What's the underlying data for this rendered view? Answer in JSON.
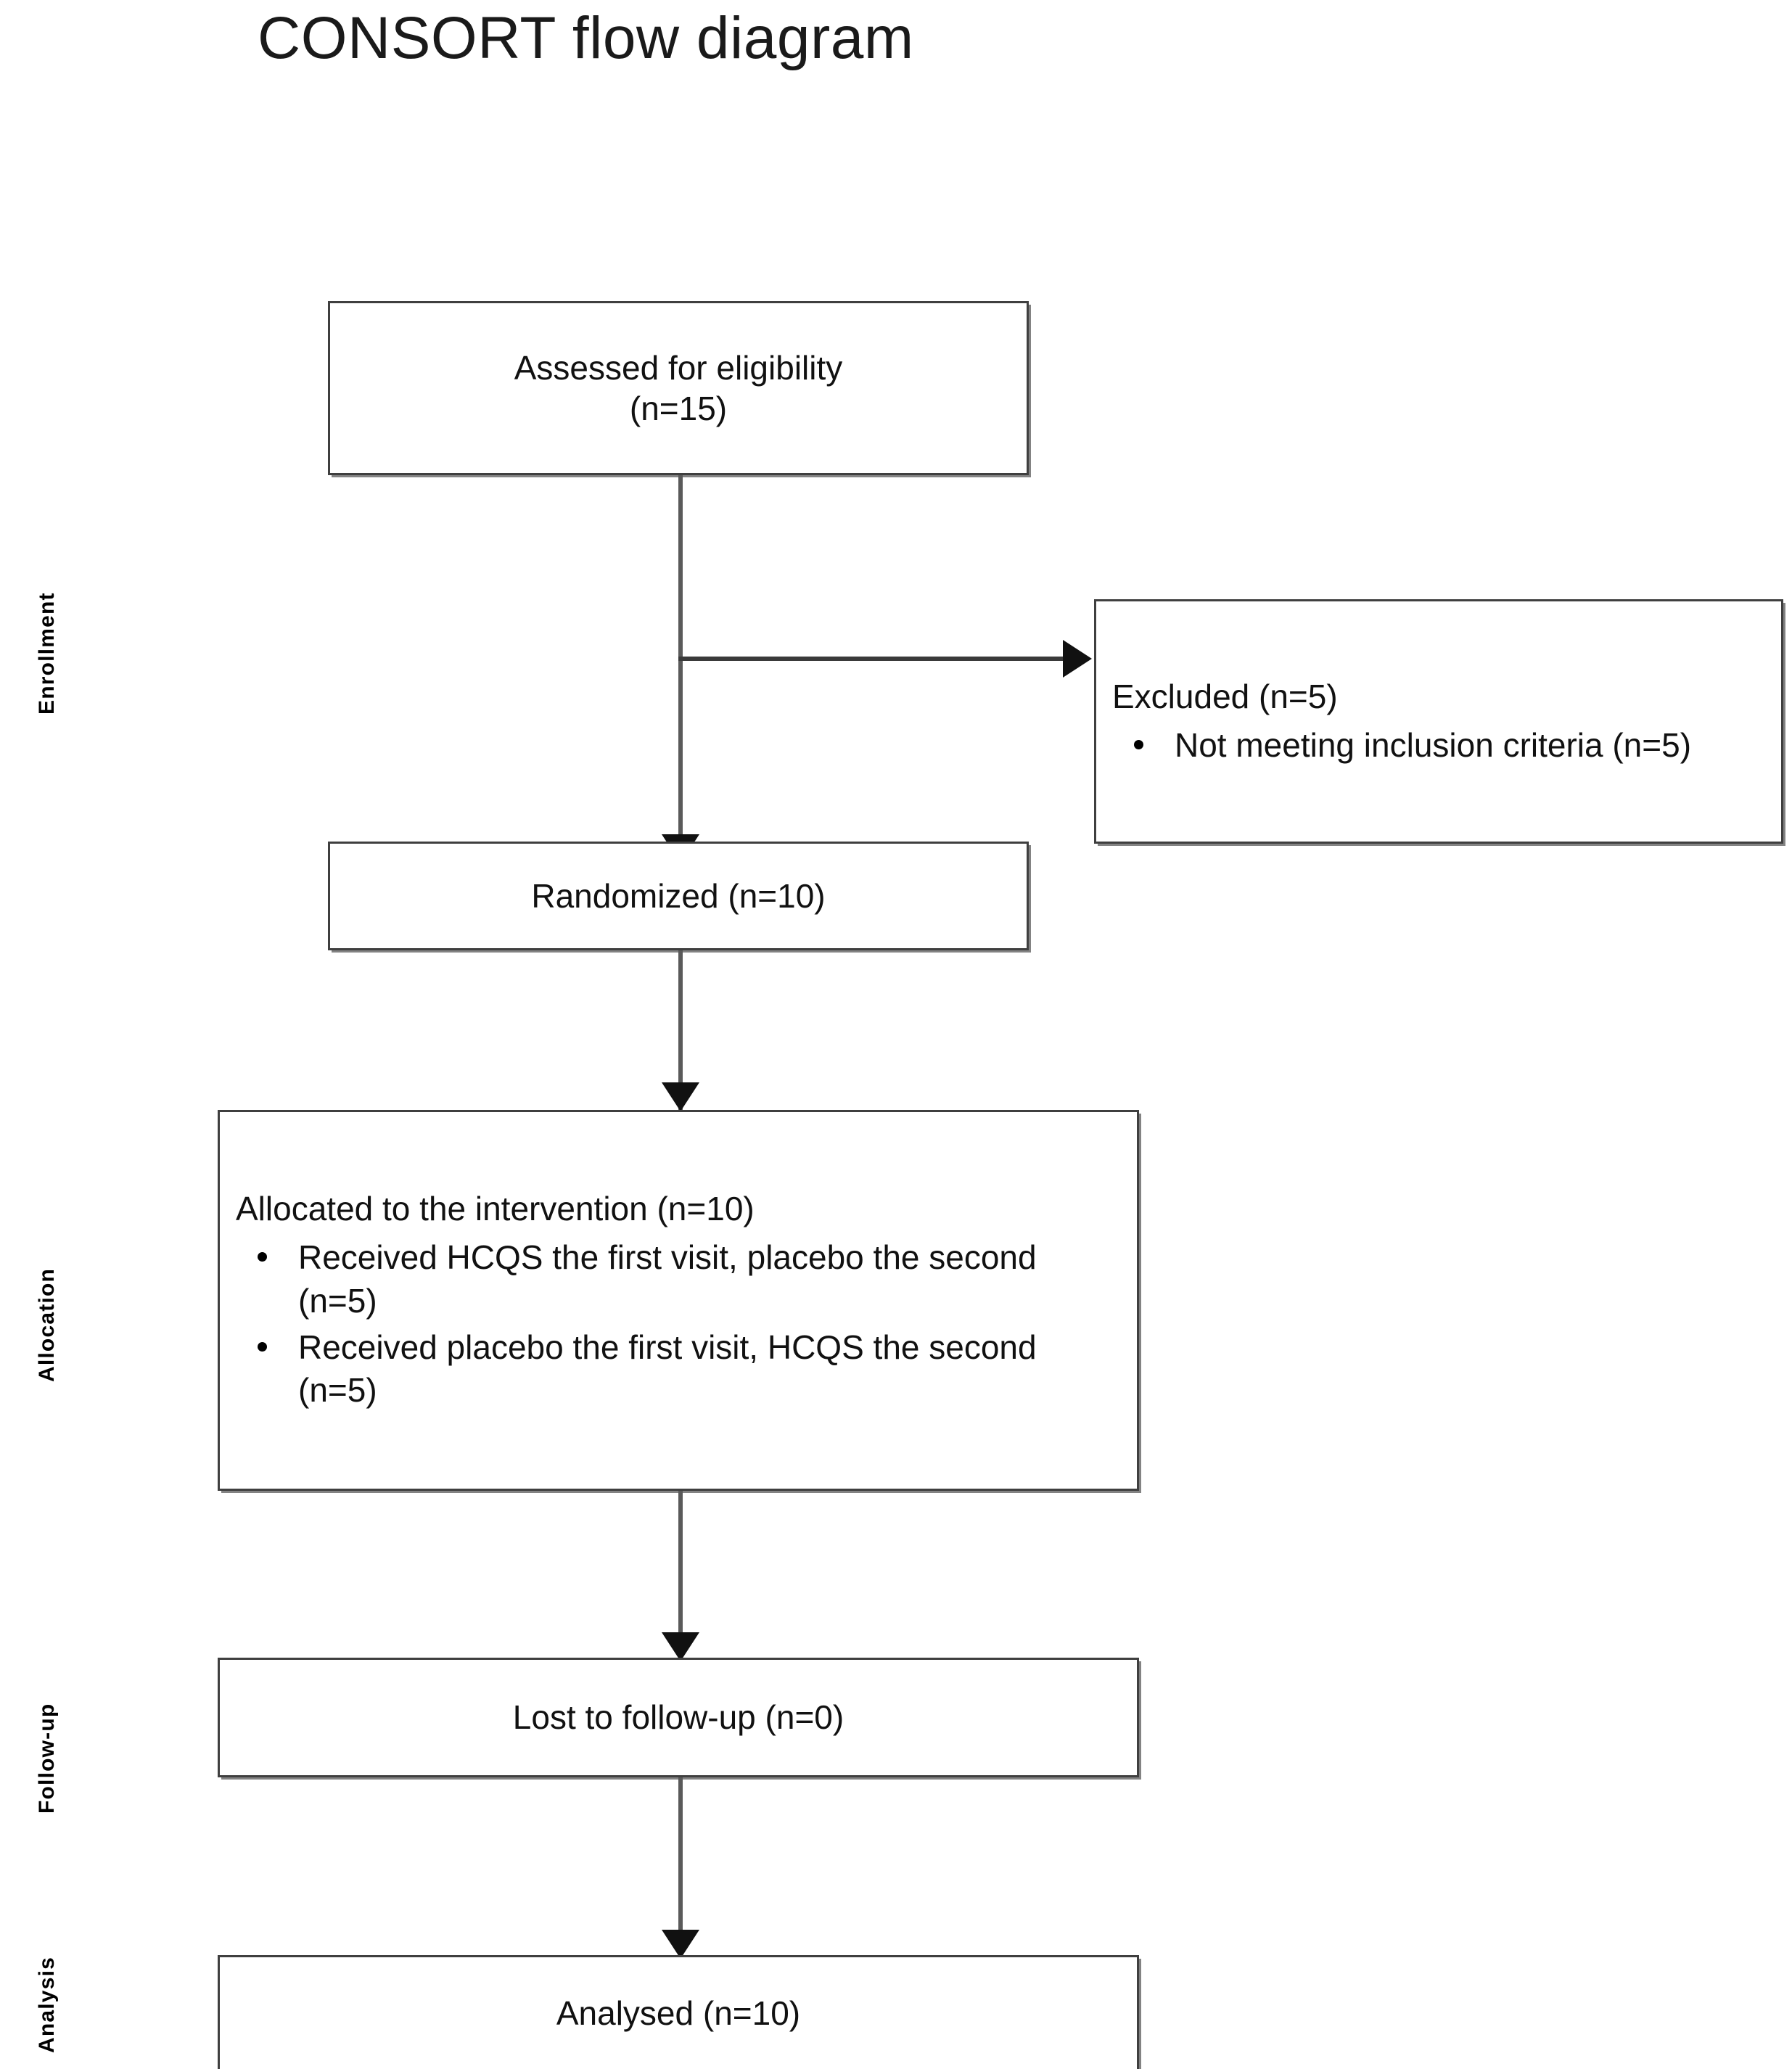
{
  "diagram": {
    "title": "CONSORT flow diagram",
    "type": "flowchart",
    "stages": [
      {
        "id": "enrollment",
        "label": "Enrollment"
      },
      {
        "id": "allocation",
        "label": "Allocation"
      },
      {
        "id": "followup",
        "label": "Follow-up"
      },
      {
        "id": "analysis",
        "label": "Analysis"
      }
    ],
    "nodes": {
      "assessed": {
        "heading": "Assessed for eligibility",
        "second_line": "(n=15)",
        "n": 15
      },
      "excluded": {
        "heading": "Excluded (n=5)",
        "n": 5,
        "bullets": [
          "Not meeting inclusion criteria (n=5)"
        ]
      },
      "randomized": {
        "heading": "Randomized (n=10)",
        "n": 10
      },
      "allocated": {
        "heading": "Allocated to the intervention (n=10)",
        "n": 10,
        "bullets": [
          "Received HCQS the first visit, placebo the second (n=5)",
          "Received placebo the first visit, HCQS the second (n=5)"
        ]
      },
      "lost": {
        "heading": "Lost to follow-up (n=0)",
        "n": 0
      },
      "analysed": {
        "heading": "Analysed (n=10)",
        "n": 10
      }
    },
    "edges": [
      {
        "from": "assessed",
        "to": "randomized",
        "kind": "down"
      },
      {
        "from": "assessed",
        "to": "excluded",
        "kind": "right"
      },
      {
        "from": "randomized",
        "to": "allocated",
        "kind": "down"
      },
      {
        "from": "allocated",
        "to": "lost",
        "kind": "down"
      },
      {
        "from": "lost",
        "to": "analysed",
        "kind": "down"
      }
    ],
    "colors": {
      "box_border": "#3f3f3f",
      "box_fill": "#ffffff",
      "connector": "#5a5a5a",
      "text": "#111111",
      "shadow": "#5a5a5a"
    }
  }
}
